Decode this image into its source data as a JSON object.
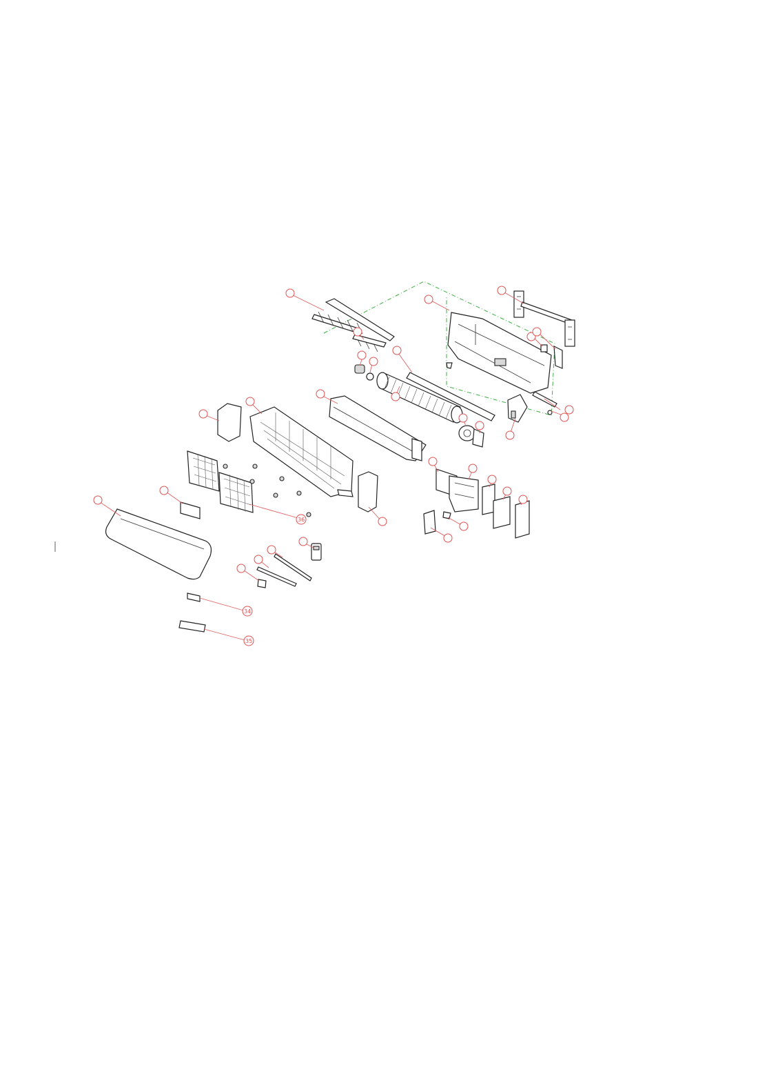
{
  "diagram": {
    "type": "exploded-parts-view",
    "callouts": [
      {
        "id": "c-rear-left-top",
        "label": ""
      },
      {
        "id": "c-chassis",
        "label": ""
      },
      {
        "id": "c-wall-plate",
        "label": ""
      },
      {
        "id": "c-right-clip-a",
        "label": ""
      },
      {
        "id": "c-right-clip-b",
        "label": ""
      },
      {
        "id": "c-louver-mid",
        "label": ""
      },
      {
        "id": "c-bearing-a",
        "label": ""
      },
      {
        "id": "c-bearing-b",
        "label": ""
      },
      {
        "id": "c-bar",
        "label": ""
      },
      {
        "id": "c-fan",
        "label": ""
      },
      {
        "id": "c-evaporator",
        "label": ""
      },
      {
        "id": "c-front-frame",
        "label": ""
      },
      {
        "id": "c-left-cover",
        "label": ""
      },
      {
        "id": "c-motor",
        "label": ""
      },
      {
        "id": "c-motor-clamp",
        "label": ""
      },
      {
        "id": "c-right-pipe",
        "label": ""
      },
      {
        "id": "c-right-pipe-b",
        "label": ""
      },
      {
        "id": "c-right-bracket",
        "label": ""
      },
      {
        "id": "c-box-cover",
        "label": ""
      },
      {
        "id": "c-box",
        "label": ""
      },
      {
        "id": "c-pcb-a",
        "label": ""
      },
      {
        "id": "c-pcb-b",
        "label": ""
      },
      {
        "id": "c-pcb-c",
        "label": ""
      },
      {
        "id": "c-right-cover",
        "label": ""
      },
      {
        "id": "c-display",
        "label": ""
      },
      {
        "id": "c-terminal",
        "label": ""
      },
      {
        "id": "c-panel",
        "label": ""
      },
      {
        "id": "c-display-box",
        "label": ""
      },
      {
        "id": "c-filter",
        "label": "36"
      },
      {
        "id": "c-remote",
        "label": ""
      },
      {
        "id": "c-sensor-a",
        "label": ""
      },
      {
        "id": "c-sensor-b",
        "label": ""
      },
      {
        "id": "c-holder",
        "label": ""
      },
      {
        "id": "c-part-34",
        "label": "34"
      },
      {
        "id": "c-part-35",
        "label": "35"
      }
    ]
  }
}
